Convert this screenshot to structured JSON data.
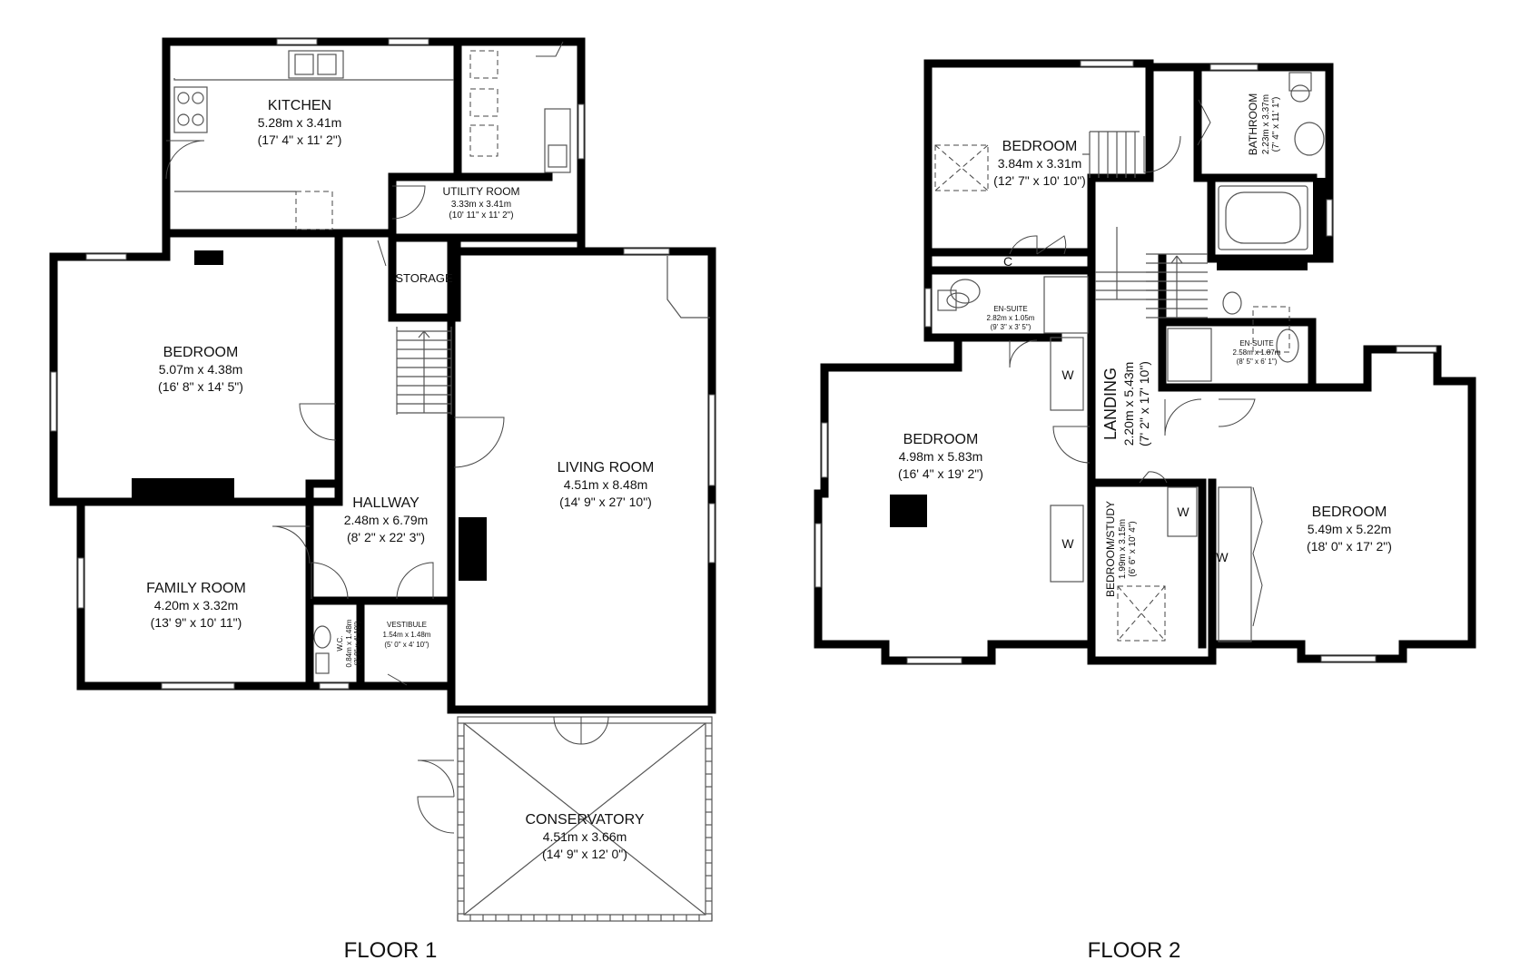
{
  "floors": [
    {
      "label": "FLOOR 1",
      "rooms": [
        {
          "name": "KITCHEN",
          "metric": "5.28m x 3.41m",
          "imperial": "(17' 4\" x 11' 2\")"
        },
        {
          "name": "UTILITY ROOM",
          "metric": "3.33m x 3.41m",
          "imperial": "(10' 11\" x 11' 2\")"
        },
        {
          "name": "STORAGE"
        },
        {
          "name": "BEDROOM",
          "metric": "5.07m x 4.38m",
          "imperial": "(16' 8\" x 14' 5\")"
        },
        {
          "name": "LIVING ROOM",
          "metric": "4.51m x 8.48m",
          "imperial": "(14' 9\" x 27' 10\")"
        },
        {
          "name": "HALLWAY",
          "metric": "2.48m x 6.79m",
          "imperial": "(8' 2\" x 22' 3\")"
        },
        {
          "name": "FAMILY ROOM",
          "metric": "4.20m x 3.32m",
          "imperial": "(13' 9\" x 10' 11\")"
        },
        {
          "name": "W.C.",
          "metric": "0.84m x 1.48m",
          "imperial": "(2' 9\" x 4' 10\")"
        },
        {
          "name": "VESTIBULE",
          "metric": "1.54m x 1.48m",
          "imperial": "(5' 0\" x 4' 10\")"
        },
        {
          "name": "CONSERVATORY",
          "metric": "4.51m x 3.66m",
          "imperial": "(14' 9\" x 12' 0\")"
        }
      ]
    },
    {
      "label": "FLOOR 2",
      "rooms": [
        {
          "name": "BEDROOM",
          "metric": "3.84m x 3.31m",
          "imperial": "(12' 7\" x 10' 10\")"
        },
        {
          "name": "BATHROOM",
          "metric": "2.23m x 3.37m",
          "imperial": "(7' 4\" x 11' 1\")"
        },
        {
          "name": "EN-SUITE",
          "metric": "2.82m x 1.05m",
          "imperial": "(9' 3\" x 3' 5\")"
        },
        {
          "name": "LANDING",
          "metric": "2.20m x 5.43m",
          "imperial": "(7' 2\" x 17' 10\")"
        },
        {
          "name": "EN-SUITE",
          "metric": "2.58m x 1.87m",
          "imperial": "(8' 5\" x 6' 1\")"
        },
        {
          "name": "BEDROOM",
          "metric": "4.98m x 5.83m",
          "imperial": "(16' 4\" x 19' 2\")"
        },
        {
          "name": "BEDROOM/STUDY",
          "metric": "1.99m x 3.15m",
          "imperial": "(6' 6\" x 10' 4\")"
        },
        {
          "name": "BEDROOM",
          "metric": "5.49m x 5.22m",
          "imperial": "(18' 0\" x 17' 2\")"
        }
      ],
      "markers": {
        "cupboard": "C",
        "wardrobe": "W"
      }
    }
  ]
}
